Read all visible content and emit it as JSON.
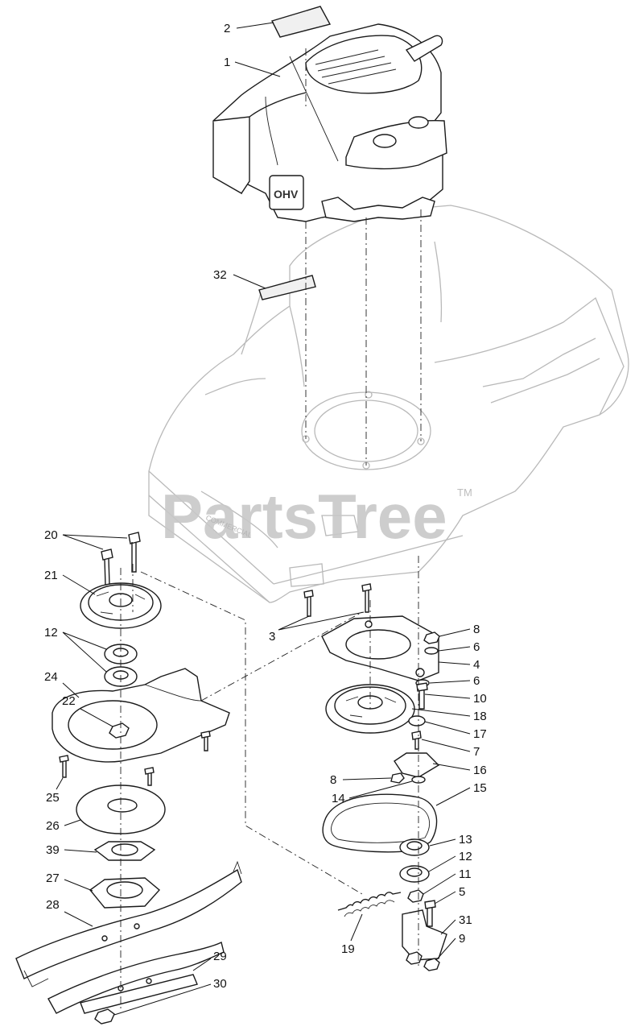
{
  "watermark": {
    "text": "PartsTree",
    "tm": "TM",
    "color": "#c8c8c8"
  },
  "engine_badge": "OHV",
  "deck_logo": "COMMERCIAL",
  "colors": {
    "line": "#1a1a1a",
    "ghost": "#b9b9b9",
    "background": "#ffffff"
  },
  "callouts": [
    {
      "id": "c2",
      "label": "2"
    },
    {
      "id": "c1",
      "label": "1"
    },
    {
      "id": "c32",
      "label": "32"
    },
    {
      "id": "c20",
      "label": "20"
    },
    {
      "id": "c21",
      "label": "21"
    },
    {
      "id": "c12a",
      "label": "12"
    },
    {
      "id": "c24",
      "label": "24"
    },
    {
      "id": "c22",
      "label": "22"
    },
    {
      "id": "c25",
      "label": "25"
    },
    {
      "id": "c26",
      "label": "26"
    },
    {
      "id": "c39",
      "label": "39"
    },
    {
      "id": "c27",
      "label": "27"
    },
    {
      "id": "c28",
      "label": "28"
    },
    {
      "id": "c29",
      "label": "29"
    },
    {
      "id": "c30",
      "label": "30"
    },
    {
      "id": "c3",
      "label": "3"
    },
    {
      "id": "c8a",
      "label": "8"
    },
    {
      "id": "c6a",
      "label": "6"
    },
    {
      "id": "c4",
      "label": "4"
    },
    {
      "id": "c6b",
      "label": "6"
    },
    {
      "id": "c10",
      "label": "10"
    },
    {
      "id": "c18",
      "label": "18"
    },
    {
      "id": "c17",
      "label": "17"
    },
    {
      "id": "c7",
      "label": "7"
    },
    {
      "id": "c16",
      "label": "16"
    },
    {
      "id": "c8b",
      "label": "8"
    },
    {
      "id": "c15",
      "label": "15"
    },
    {
      "id": "c14",
      "label": "14"
    },
    {
      "id": "c13",
      "label": "13"
    },
    {
      "id": "c12b",
      "label": "12"
    },
    {
      "id": "c11",
      "label": "11"
    },
    {
      "id": "c5",
      "label": "5"
    },
    {
      "id": "c31",
      "label": "31"
    },
    {
      "id": "c9",
      "label": "9"
    },
    {
      "id": "c19",
      "label": "19"
    }
  ]
}
